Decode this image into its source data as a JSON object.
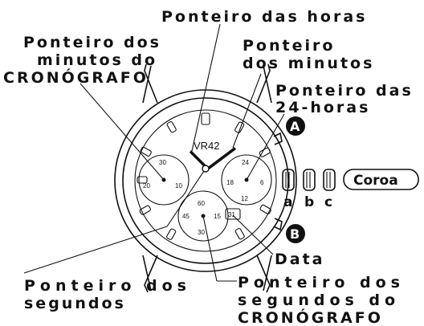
{
  "labels": {
    "hour_hand": "Ponteiro das horas",
    "chrono_minute_l1": "Ponteiro dos",
    "chrono_minute_l2": "minutos do",
    "chrono_minute_l3": "CRONÓGRAFO",
    "minute_hand_l1": "Ponteiro",
    "minute_hand_l2": "dos minutos",
    "hand_24h_l1": "Ponteiro das",
    "hand_24h_l2": "24-horas",
    "button_a": "A",
    "button_b": "B",
    "crown": "Coroa",
    "crown_pos_a": "a",
    "crown_pos_b": "b",
    "crown_pos_c": "c",
    "date": "Data",
    "seconds_l1": "Ponteiro dos",
    "seconds_l2": "segundos",
    "chrono_seconds_l1": "Ponteiro dos",
    "chrono_seconds_l2": "segundos do",
    "chrono_seconds_l3": "CRONÓGRAFO"
  },
  "watch": {
    "brand": "VR42",
    "date_window": "31",
    "left_subdial": {
      "top": "30",
      "left": "20",
      "right": "10"
    },
    "right_subdial": {
      "top": "24",
      "left": "18",
      "right": "6",
      "bottom": "12"
    },
    "bottom_subdial": {
      "top": "60",
      "left": "45",
      "right": "15",
      "bottom": "30"
    }
  }
}
